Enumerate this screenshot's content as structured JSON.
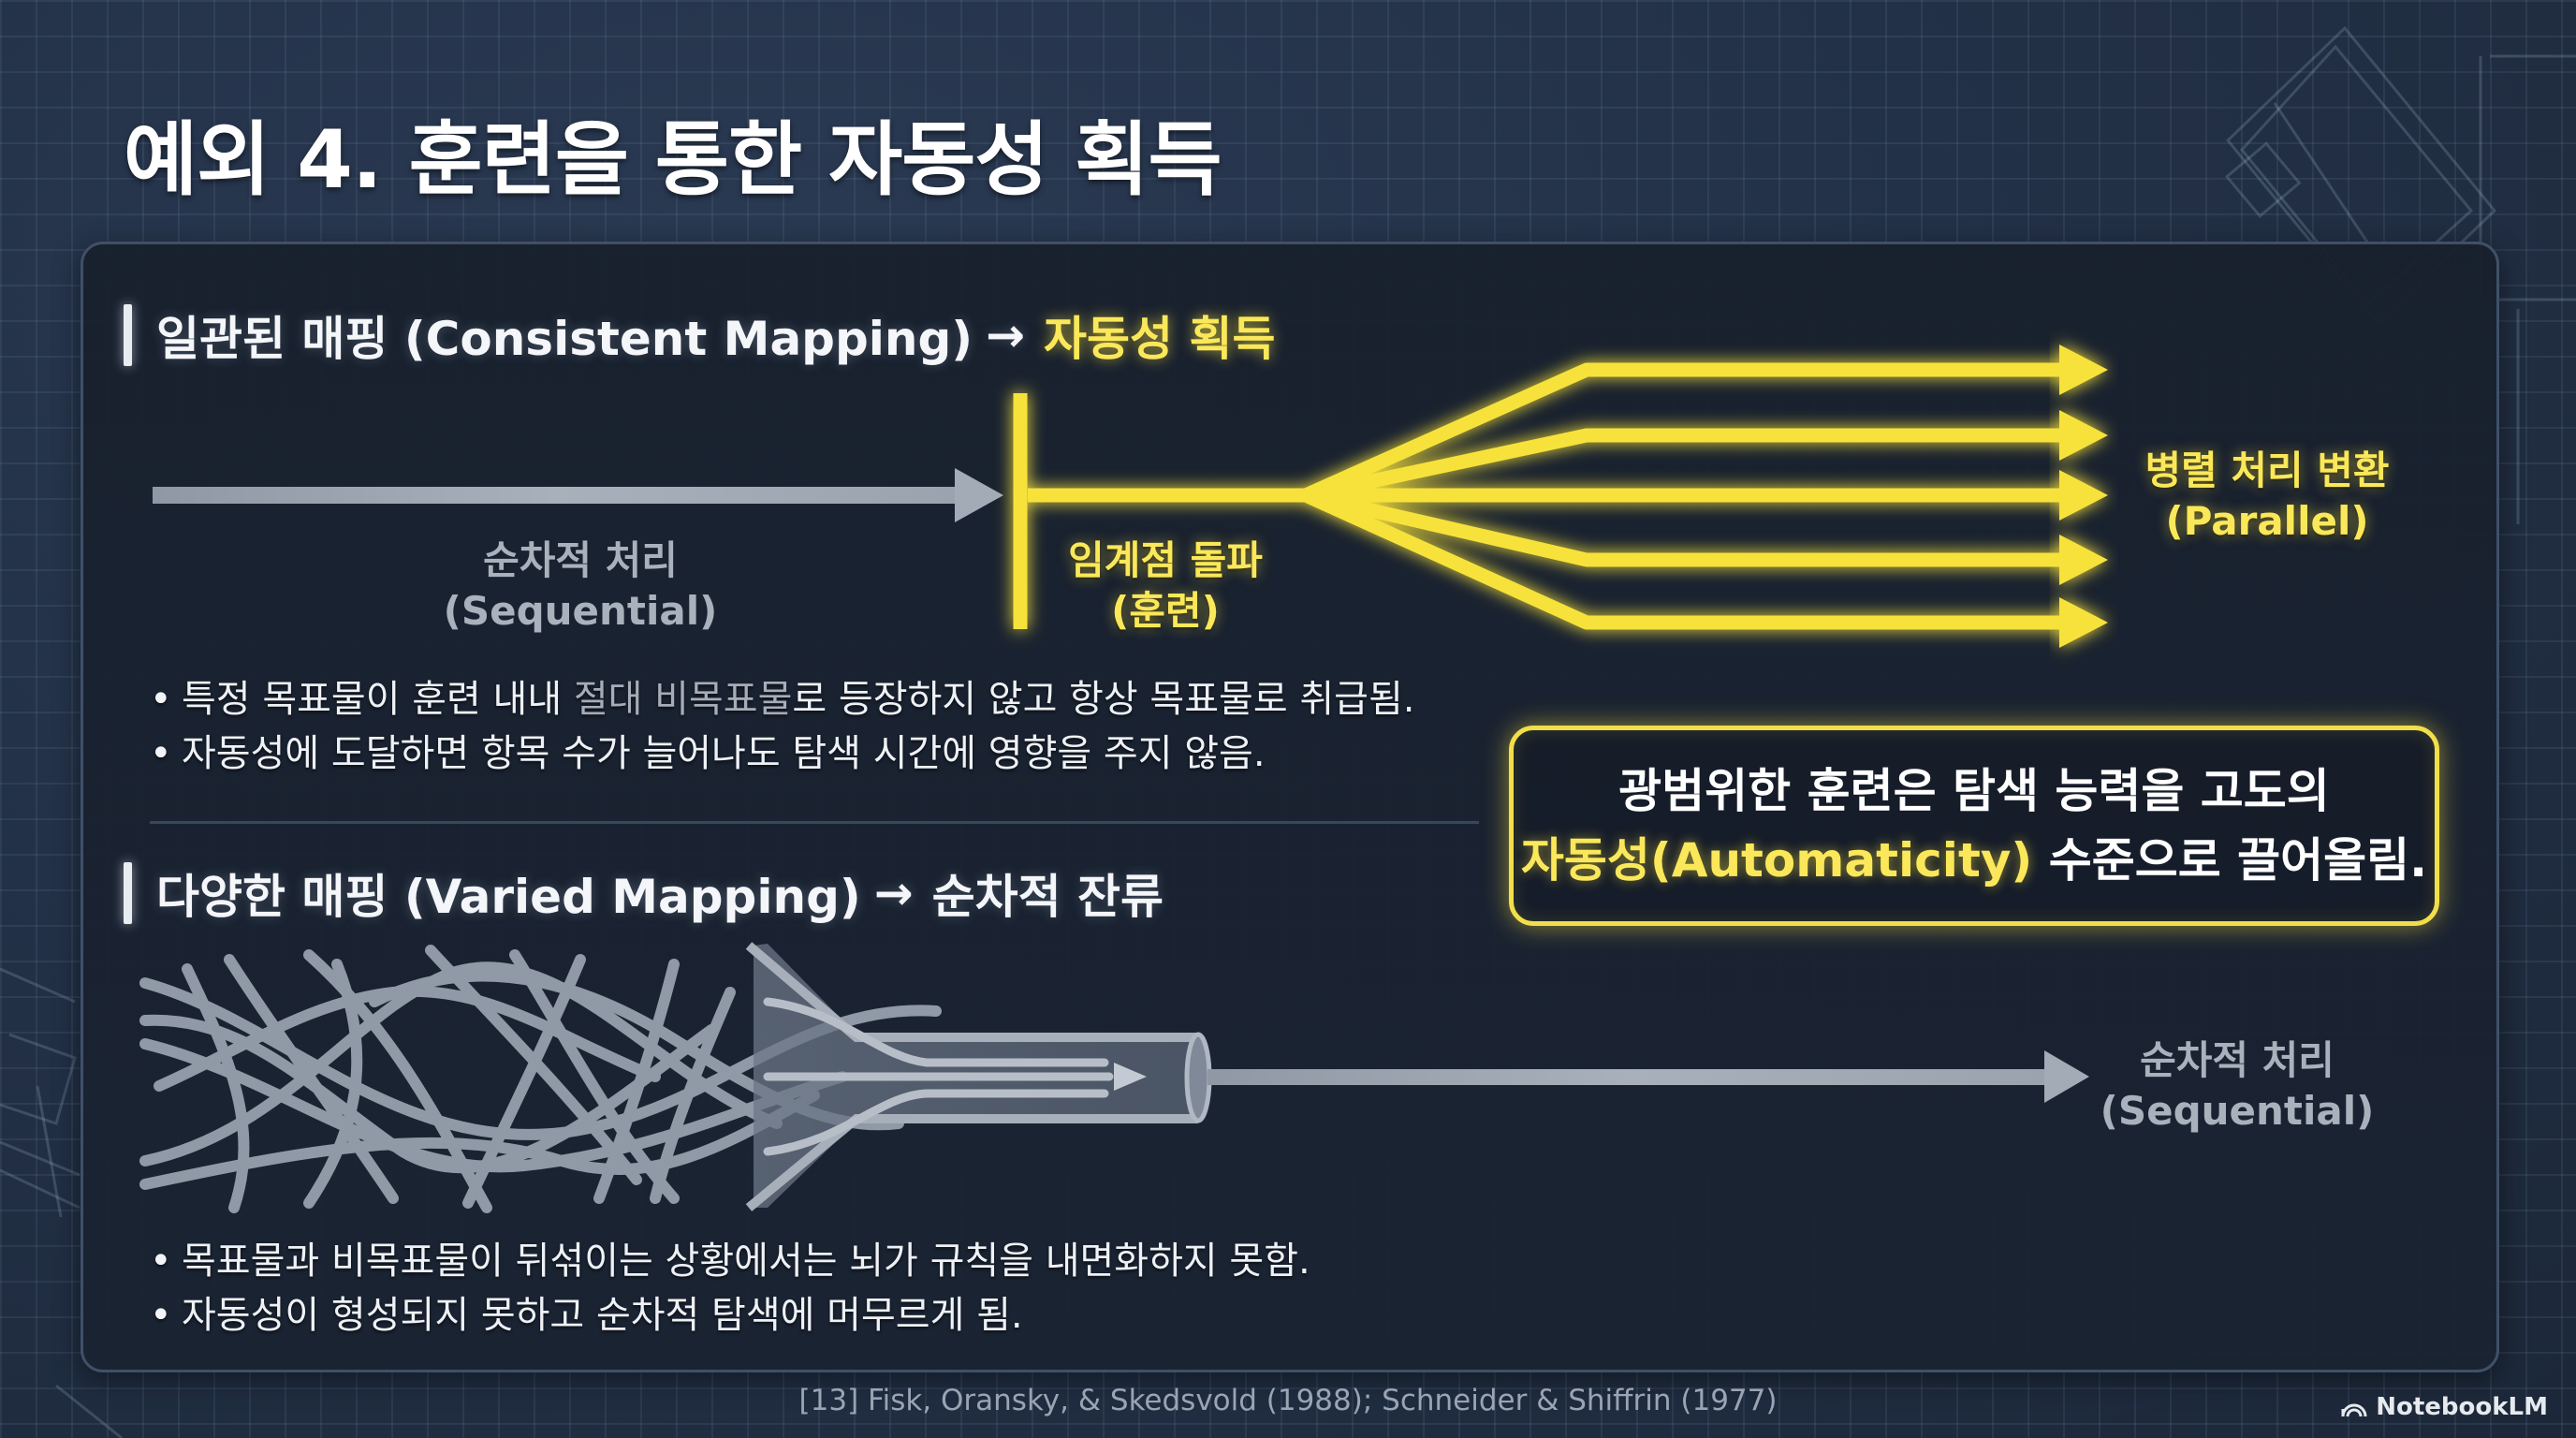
{
  "slide": {
    "title": "예외 4. 훈련을 통한 자동성 획득"
  },
  "section_consistent": {
    "heading_main": "일관된 매핑 (Consistent Mapping)",
    "heading_arrow": "→",
    "heading_result": "자동성 획득",
    "diagram": {
      "sequential_label_line1": "순차적 처리",
      "sequential_label_line2": "(Sequential)",
      "threshold_label_line1": "임계점 돌파",
      "threshold_label_line2": "(훈련)",
      "parallel_label_line1": "병렬 처리 변환",
      "parallel_label_line2": "(Parallel)",
      "parallel_arrow_count": 5
    },
    "bullets": [
      {
        "prefix": "특정 목표물이 훈련 내내 ",
        "muted": "절대 비목표물",
        "suffix": "로 등장하지 않고 항상 목표물로 취급됨."
      },
      {
        "prefix": "자동성에 도달하면 항목 수가 늘어나도 탐색 시간에 영향을 주지 않음.",
        "muted": "",
        "suffix": ""
      }
    ]
  },
  "callout": {
    "line1": "광범위한 훈련은 탐색 능력을 고도의",
    "line2_highlight": "자동성(Automaticity)",
    "line2_rest": " 수준으로 끌어올림."
  },
  "section_varied": {
    "heading_main": "다양한 매핑 (Varied Mapping)",
    "heading_arrow": "→",
    "heading_result": "순차적 잔류",
    "diagram": {
      "sequential_label_line1": "순차적 처리",
      "sequential_label_line2": "(Sequential)"
    },
    "bullets": [
      "목표물과 비목표물이 뒤섞이는 상황에서는 뇌가 규칙을 내면화하지 못함.",
      "자동성이 형성되지 못하고 순차적 탐색에 머무르게 됨."
    ]
  },
  "footer": {
    "citation": "[13] Fisk, Oransky, & Skedsvold (1988); Schneider & Shiffrin (1977)",
    "brand": "NotebookLM"
  },
  "colors": {
    "background": "#233148",
    "panel": "#1a2230",
    "accent_yellow": "#fbe85a",
    "grey_arrow": "#9aa3ae",
    "text_white": "#f2f4f7",
    "text_muted": "#a6adb8"
  }
}
